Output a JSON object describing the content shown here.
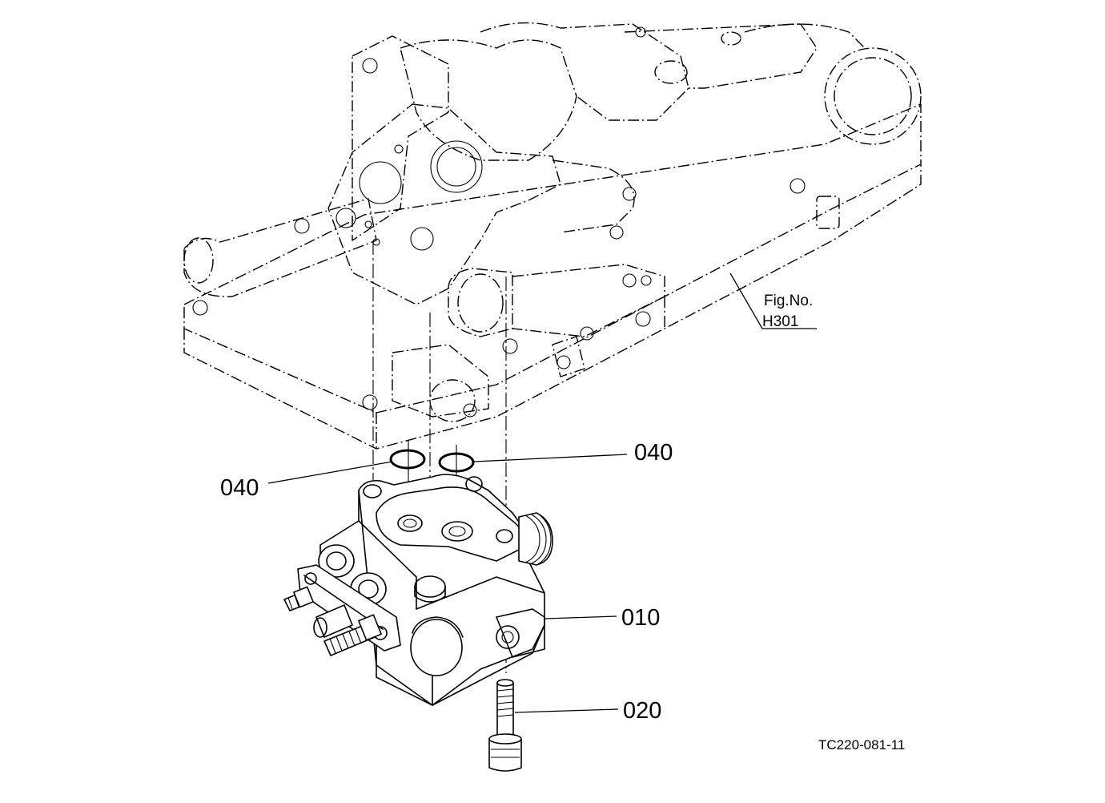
{
  "callouts": {
    "oring_left": "040",
    "oring_right": "040",
    "valve_body": "010",
    "bolt": "020"
  },
  "reference": {
    "line1": "Fig.No.",
    "line2": "H301"
  },
  "drawing_code": "TC220-081-11"
}
